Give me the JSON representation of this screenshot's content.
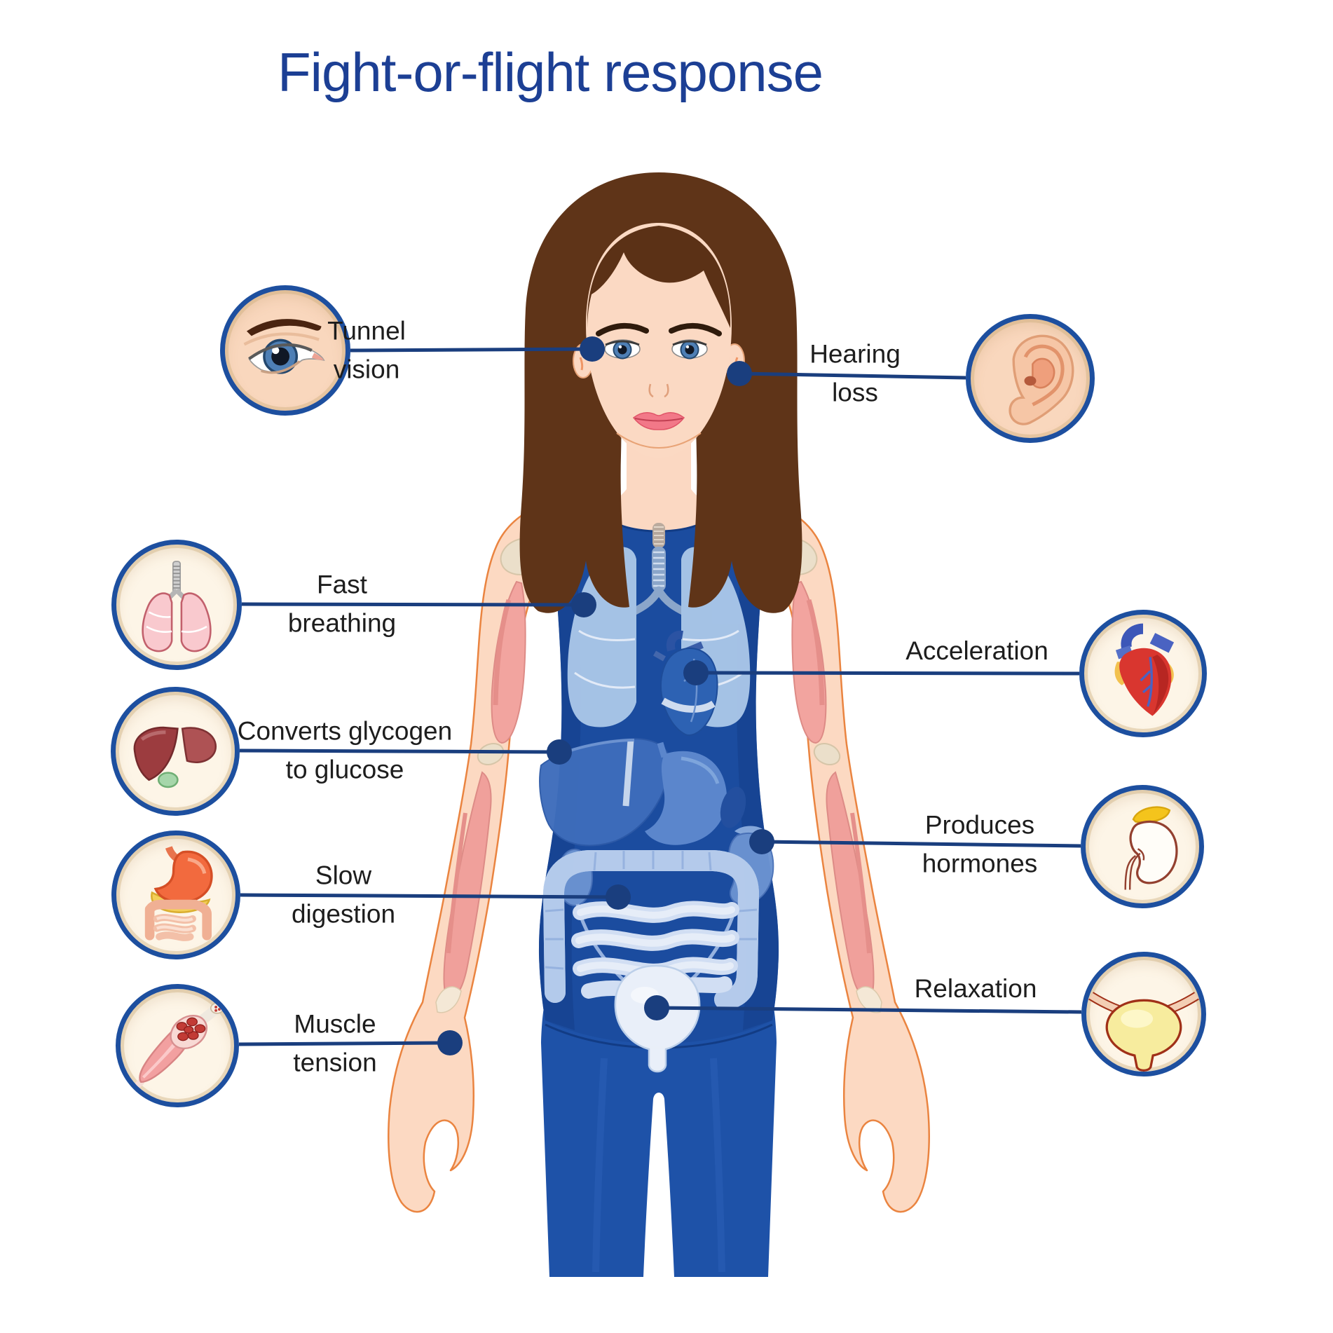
{
  "title": "Fight-or-flight response",
  "colors": {
    "title_blue": "#1c3f94",
    "connector_navy": "#1a3e7e",
    "circle_border_blue": "#1d4f9f",
    "label_text": "#1d1d1d",
    "circle_bg_cream": "#fdf5e7",
    "circle_bg_skin": "#f9d7bd",
    "figure_top_blue": "#1b4c9f",
    "figure_pants_blue": "#1e52a8",
    "organ_light_blue": "#a9c6e8"
  },
  "callouts": {
    "left": [
      {
        "label_line1": "Tunnel",
        "label_line2": "vision",
        "icon": "eye-icon"
      },
      {
        "label_line1": "Fast",
        "label_line2": "breathing",
        "icon": "lungs-icon"
      },
      {
        "label_line1": "Converts glycogen",
        "label_line2": "to glucose",
        "icon": "liver-icon"
      },
      {
        "label_line1": "Slow",
        "label_line2": "digestion",
        "icon": "stomach-intestines-icon"
      },
      {
        "label_line1": "Muscle",
        "label_line2": "tension",
        "icon": "muscle-fiber-icon"
      }
    ],
    "right": [
      {
        "label_line1": "Hearing",
        "label_line2": "loss",
        "icon": "ear-icon"
      },
      {
        "label_line1": "Acceleration",
        "label_line2": "",
        "icon": "heart-icon"
      },
      {
        "label_line1": "Produces",
        "label_line2": "hormones",
        "icon": "kidney-adrenal-icon"
      },
      {
        "label_line1": "Relaxation",
        "label_line2": "",
        "icon": "bladder-icon"
      }
    ]
  }
}
